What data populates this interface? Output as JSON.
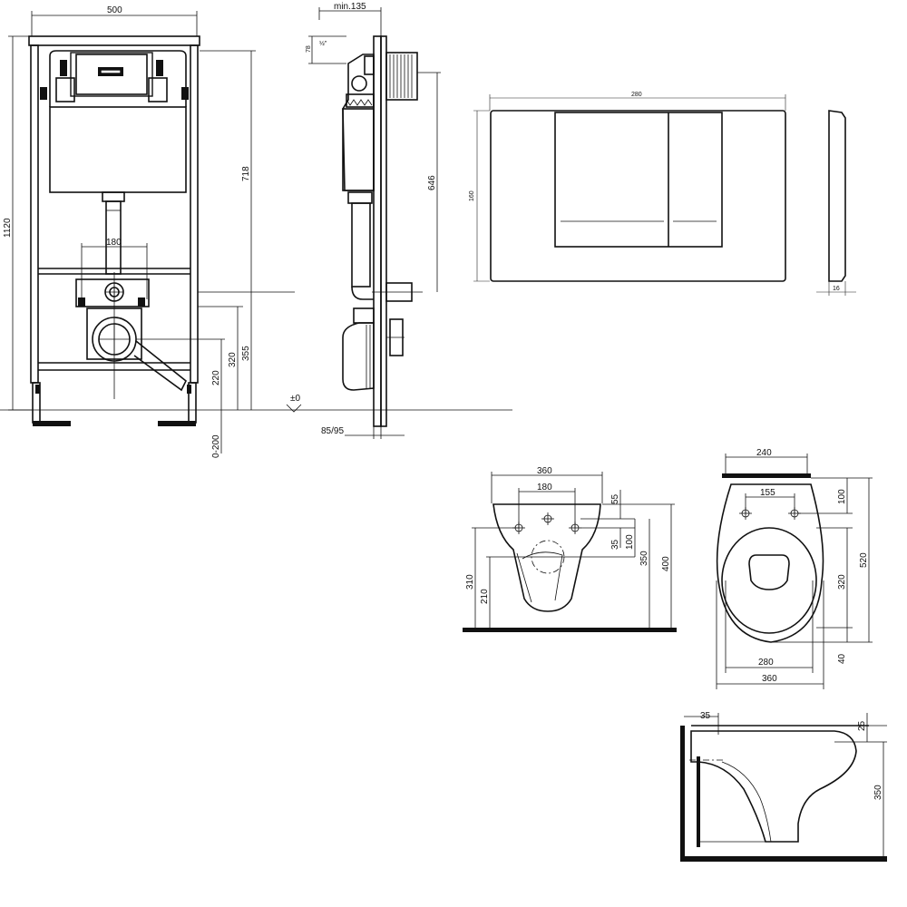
{
  "frame_front": {
    "width": "500",
    "height_total": "1120",
    "cistern_height": "718",
    "outlet_width": "180",
    "axis_height_1": "355",
    "axis_height_2": "320",
    "axis_height_3": "220",
    "foot_adjust": "0-200"
  },
  "frame_side": {
    "min_depth": "min.135",
    "inlet_offset": "78",
    "inlet_thread": "½\"",
    "button_height": "646",
    "floor_level": "±0",
    "outlet_diameter": "85/95"
  },
  "flush_plate": {
    "width": "280",
    "height": "160",
    "depth": "16"
  },
  "toilet_front": {
    "width": "360",
    "bolt_spacing": "180",
    "top_offset": "55",
    "mid_offset": "35",
    "outlet_offset": "100",
    "height_350": "350",
    "height_400": "400",
    "height_310": "310",
    "height_210": "210"
  },
  "toilet_top": {
    "rear_width": "240",
    "bolt_spacing": "155",
    "rear_depth": "100",
    "bowl_length": "320",
    "total_length": "520",
    "front_offset": "40",
    "seat_width": "280",
    "total_width": "360"
  },
  "toilet_side": {
    "wall_offset": "35",
    "top_offset": "25",
    "height": "350"
  }
}
